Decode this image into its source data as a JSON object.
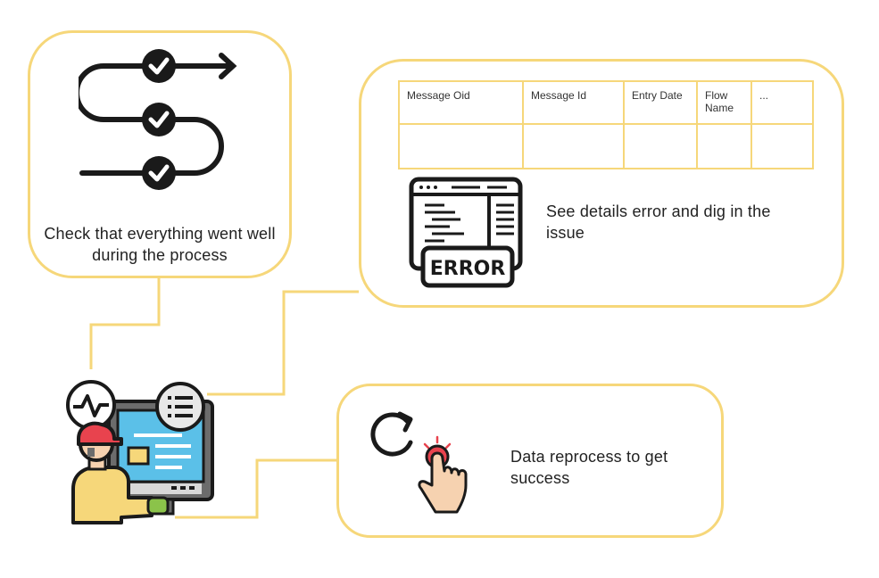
{
  "check_caption": "Check that everything went well during the process",
  "error_caption": "See details error and dig in the issue",
  "reprocess_caption": "Data reprocess to get success",
  "table": {
    "headers": [
      "Message Oid",
      "Message Id",
      "Entry Date",
      "Flow Name",
      "..."
    ]
  },
  "error_label": "ERROR",
  "icons": [
    "process-path-icon",
    "error-log-icon",
    "refresh-icon",
    "click-hand-icon",
    "operator-at-computer-icon"
  ],
  "colors": {
    "accent": "#f6d77a",
    "ink": "#222222",
    "screen": "#5bc0e8",
    "alert": "#e8434e"
  }
}
